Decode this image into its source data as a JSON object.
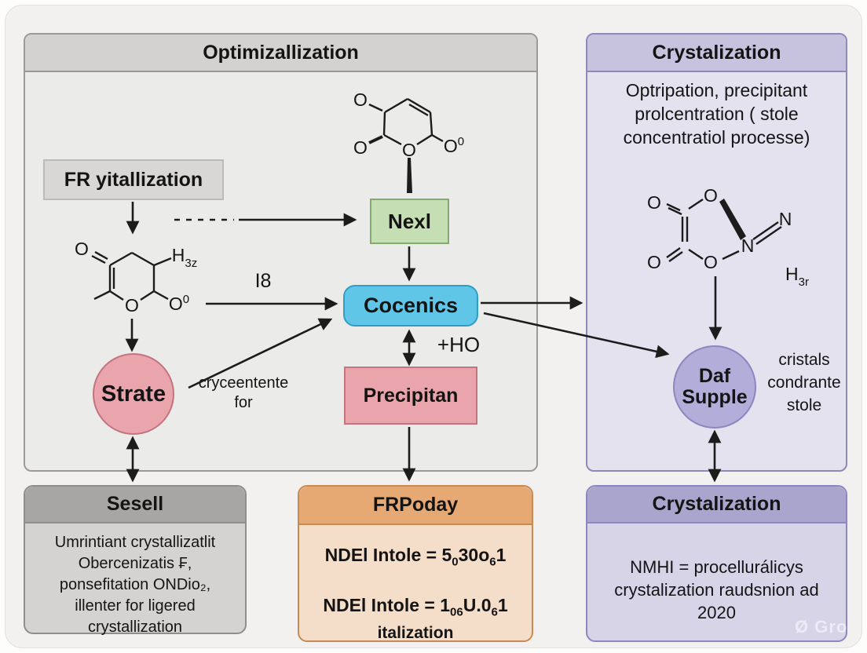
{
  "panels": {
    "main": {
      "title": "Optimizallization"
    },
    "right": {
      "title": "Crystalization",
      "desc_line1": "Optripation, precipitant",
      "desc_line2": "prolcentration ( stole",
      "desc_line3": "concentratiol processe)",
      "note_line1": "cristals",
      "note_line2": "condrante",
      "note_line3": "stole"
    }
  },
  "nodes": {
    "fr_box": "FR yitallization",
    "nexl": "Nexl",
    "cocenics": "Cocenics",
    "precipitan": "Precipitan",
    "strate": "Strate",
    "daf_line1": "Daf",
    "daf_line2": "Supple"
  },
  "labels": {
    "i8": "I8",
    "crossing_line1": "cryceentente",
    "crossing_line2": "for",
    "plus_ho": "+HO"
  },
  "chem": {
    "o": "O",
    "o_sup": "0",
    "h": "H",
    "h3z_sub": "3z",
    "h3r_sub": "3r",
    "n": "N"
  },
  "bottom_left": {
    "title": "Sesell",
    "line1": "Umrintiant crystallizatlit",
    "line2": "Obercenizatis ₣,",
    "line3": "ponsefitation ONDio₂,",
    "line4": "illenter for ligered",
    "line5": "crystallization"
  },
  "bottom_middle": {
    "title": "FRPoday",
    "f1_a": "NDEl Intole = 5",
    "f1_b": "0",
    "f1_c": "30o",
    "f1_d": "6",
    "f1_e": "1",
    "f2_a": "NDEl Intole = 1",
    "f2_b": "06",
    "f2_c": "U.0",
    "f2_d": "6",
    "f2_e": "1",
    "f2_tail": "italization"
  },
  "bottom_right": {
    "title": "Crystalization",
    "line1": "NMHI = procellurálicys",
    "line2": "crystalization raudsnion ad",
    "line3": "2020"
  },
  "watermark": "Ø Gro",
  "colors": {
    "accent_blue": "#5fc6e8",
    "accent_green": "#c5deb4",
    "accent_pink": "#e9a4ac",
    "accent_purple": "#b3add9",
    "accent_orange": "#e6a973",
    "line": "#1c1c1c"
  }
}
